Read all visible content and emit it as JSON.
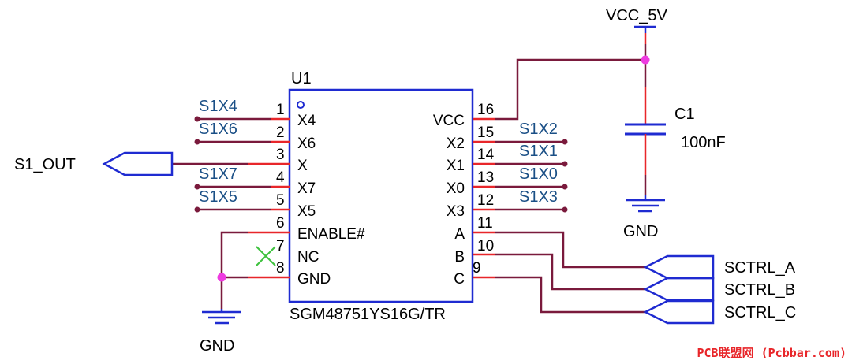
{
  "component": {
    "ref": "U1",
    "part": "SGM48751YS16G/TR",
    "left_pins": [
      {
        "num": "1",
        "name": "X4"
      },
      {
        "num": "2",
        "name": "X6"
      },
      {
        "num": "3",
        "name": "X"
      },
      {
        "num": "4",
        "name": "X7"
      },
      {
        "num": "5",
        "name": "X5"
      },
      {
        "num": "6",
        "name": "ENABLE#"
      },
      {
        "num": "7",
        "name": "NC"
      },
      {
        "num": "8",
        "name": "GND"
      }
    ],
    "right_pins": [
      {
        "num": "16",
        "name": "VCC"
      },
      {
        "num": "15",
        "name": "X2"
      },
      {
        "num": "14",
        "name": "X1"
      },
      {
        "num": "13",
        "name": "X0"
      },
      {
        "num": "12",
        "name": "X3"
      },
      {
        "num": "11",
        "name": "A"
      },
      {
        "num": "10",
        "name": "B"
      },
      {
        "num": "9",
        "name": "C"
      }
    ]
  },
  "nets": {
    "left": [
      "S1X4",
      "S1X6",
      "S1X7",
      "S1X5"
    ],
    "right": [
      "S1X2",
      "S1X1",
      "S1X0",
      "S1X3"
    ]
  },
  "ports": {
    "input": "S1_OUT",
    "outputs": [
      "SCTRL_A",
      "SCTRL_B",
      "SCTRL_C"
    ]
  },
  "capacitor": {
    "ref": "C1",
    "value": "100nF"
  },
  "power": {
    "vcc": "VCC_5V",
    "gnd_cap": "GND",
    "gnd_chip": "GND"
  },
  "watermark": "PCB联盟网 (Pcbbar.com)",
  "colors": {
    "wire": "#7a1a3c",
    "pin": "#e8262a",
    "body": "#1f2bd1",
    "net": "#1a4f86",
    "junction": "#ee3be0",
    "nc": "#3ec23e"
  }
}
